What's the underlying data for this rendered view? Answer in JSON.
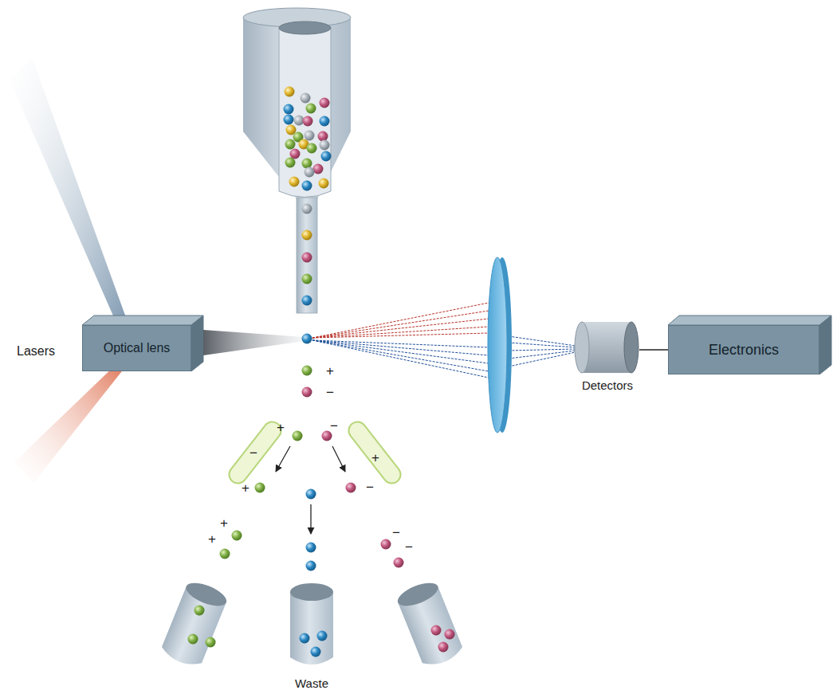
{
  "diagram": {
    "nodes": [
      {
        "text": [
          "Optical lens"
        ]
      },
      {
        "text": [
          "Detectors"
        ]
      },
      {
        "text": [
          "Electronics"
        ]
      }
    ],
    "edges": [
      {
        "from": 1,
        "to": 2,
        "arrow": "none"
      }
    ],
    "labels": [
      "Lasers",
      "+",
      "−",
      "+",
      "−",
      "−",
      "+",
      "+",
      "−",
      "+",
      "−",
      "+",
      "−",
      "Waste"
    ]
  }
}
